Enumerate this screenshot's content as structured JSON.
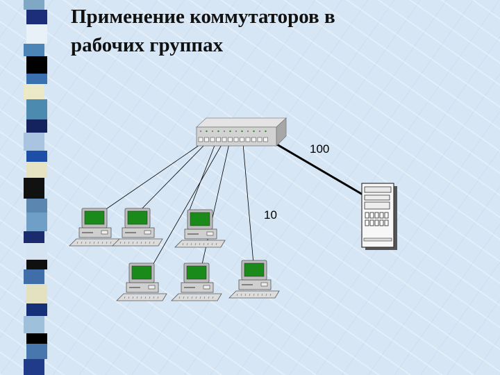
{
  "slide": {
    "title_line1": "Применение коммутаторов в",
    "title_line2": "рабочих группах"
  },
  "diagram": {
    "link_fast_label": "100",
    "link_slow_label": "10",
    "nodes": {
      "switch": "switch-icon",
      "server": "server-icon",
      "workstations": [
        "workstation-icon",
        "workstation-icon",
        "workstation-icon",
        "workstation-icon",
        "workstation-icon",
        "workstation-icon"
      ]
    }
  },
  "colors": {
    "background": "#d6e6f4",
    "monitor_screen": "#1a8a1a",
    "device_gray": "#c9c9c9",
    "line": "#000000"
  }
}
